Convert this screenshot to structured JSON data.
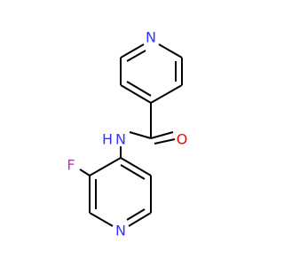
{
  "atoms": {
    "n_top": {
      "symbol": "N",
      "color": "#3333ff"
    },
    "o": {
      "symbol": "O",
      "color": "#ff0000"
    },
    "n_amide": {
      "symbol": "N",
      "color": "#3333ff"
    },
    "h_amide": {
      "symbol": "H",
      "color": "#3333ff"
    },
    "f": {
      "symbol": "F",
      "color": "#b23cb2"
    },
    "n_bottom": {
      "symbol": "N",
      "color": "#3333ff"
    }
  }
}
